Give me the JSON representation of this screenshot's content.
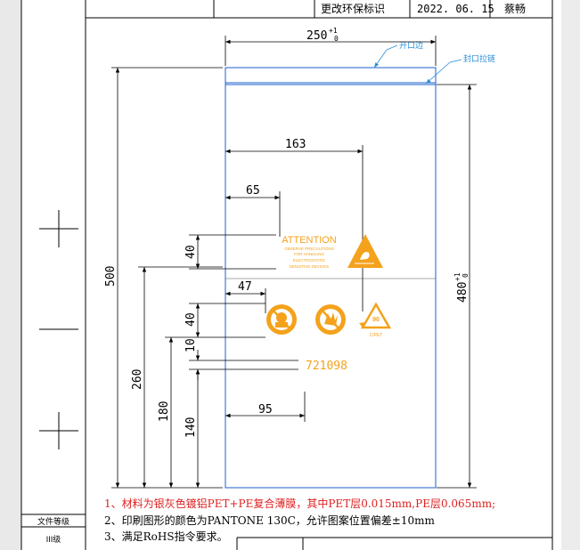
{
  "title_block": {
    "revision_note": "更改环保标识",
    "date": "2022. 06. 15",
    "author": "蔡畅"
  },
  "callouts": {
    "opening_edge": "开口边",
    "zip_lock": "封口拉链"
  },
  "dimensions": {
    "width_label": "250",
    "width_tol_plus": "+1",
    "width_tol_minus": "0",
    "height_total": "500",
    "height_body": "480",
    "body_tol_plus": "+1",
    "body_tol_minus": "0",
    "d163": "163",
    "d65": "65",
    "d40a": "40",
    "d47": "47",
    "d40b": "40",
    "d10": "10",
    "d260": "260",
    "d180": "180",
    "d140": "140",
    "d95": "95"
  },
  "print_elements": {
    "attention_title": "ATTENTION",
    "attention_lines": [
      "OBSERVE PRECAUTIONS",
      "FOR HANDLING",
      "ELECTROSTATIC",
      "SENSITIVE DEVICES"
    ],
    "recycle_number": "90",
    "recycle_code": "C/PET",
    "code": "721098"
  },
  "notes": [
    "1、材料为银灰色镀铝PET+PE复合薄膜，其中PET层0.015mm,PE层0.065mm;",
    "2、印刷图形的颜色为PANTONE 130C，允许图案位置偏差±10mm",
    "3、满足RoHS指令要求。"
  ],
  "left_panel": {
    "file_level_label": "文件等级",
    "file_level_value": "III级"
  },
  "colors": {
    "outline": "#1e5fcf",
    "ink": "#000000",
    "print_orange": "#f4a21c",
    "note_red": "#e02020",
    "callout_blue": "#2a8fd8"
  }
}
